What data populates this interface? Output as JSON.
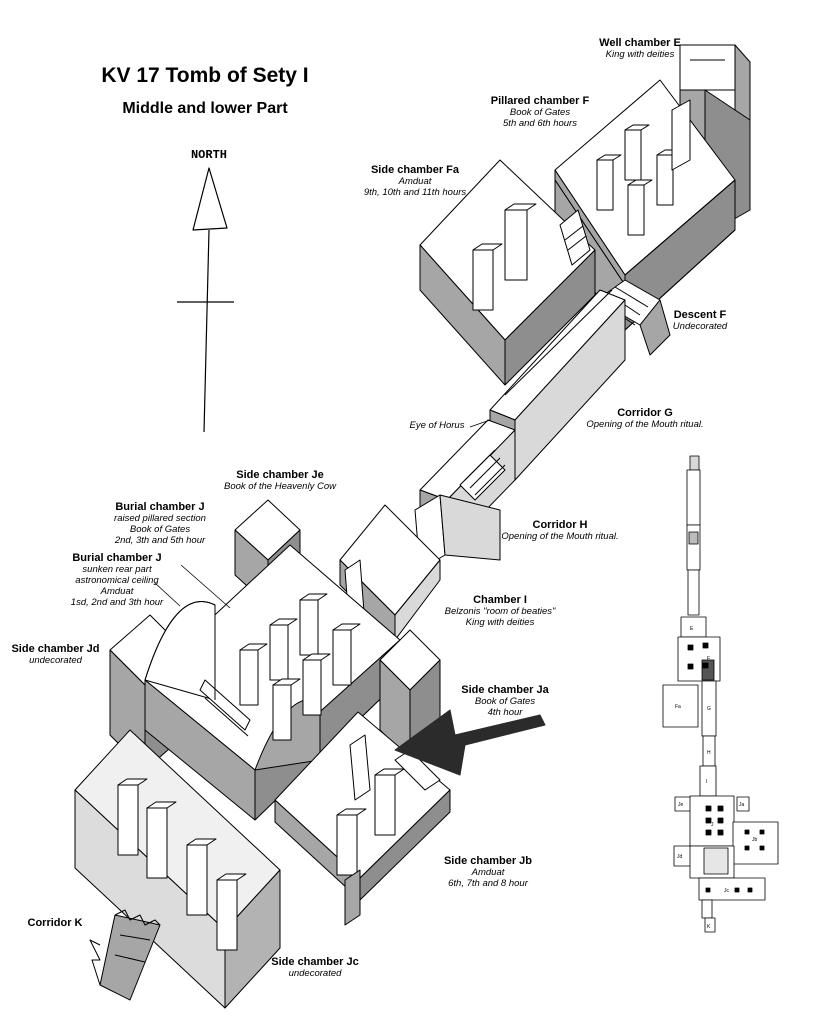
{
  "title": {
    "main": "KV 17 Tomb of Sety I",
    "sub": "Middle and lower Part"
  },
  "compass": {
    "label": "NORTH"
  },
  "labels": {
    "well_e": {
      "name": "Well chamber E",
      "lines": [
        "King with deities"
      ]
    },
    "pill_f": {
      "name": "Pillared chamber F",
      "lines": [
        "Book of Gates",
        "5th and 6th hours"
      ]
    },
    "side_fa": {
      "name": "Side chamber Fa",
      "lines": [
        "Amduat",
        "9th, 10th and 11th hours"
      ]
    },
    "desc_f": {
      "name": "Descent F",
      "lines": [
        "Undecorated"
      ]
    },
    "corr_g": {
      "name": "Corridor G",
      "lines": [
        "Opening of the Mouth ritual."
      ]
    },
    "eye": {
      "name": "",
      "lines": [
        "Eye of Horus"
      ]
    },
    "corr_h": {
      "name": "Corridor H",
      "lines": [
        "Opening of the Mouth ritual."
      ]
    },
    "side_je": {
      "name": "Side chamber Je",
      "lines": [
        "Book of the Heavenly Cow"
      ]
    },
    "burial_a": {
      "name": "Burial chamber J",
      "lines": [
        "raised pillared section",
        "Book of Gates",
        "2nd, 3th and 5th hour"
      ]
    },
    "burial_b": {
      "name": "Burial chamber J",
      "lines": [
        "sunken rear part",
        "astronomical ceiling",
        "Amduat",
        "1sd, 2nd and 3th hour"
      ]
    },
    "chamber_i": {
      "name": "Chamber I",
      "lines": [
        "Belzonis \"room of beaties\"",
        "King with deities"
      ]
    },
    "side_jd": {
      "name": "Side chamber Jd",
      "lines": [
        "undecorated"
      ]
    },
    "side_ja": {
      "name": "Side chamber Ja",
      "lines": [
        "Book of Gates",
        "4th hour"
      ]
    },
    "side_jb": {
      "name": "Side chamber Jb",
      "lines": [
        "Amduat",
        "6th, 7th and 8 hour"
      ]
    },
    "corr_k": {
      "name": "Corridor K",
      "lines": []
    },
    "side_jc": {
      "name": "Side chamber Jc",
      "lines": [
        "undecorated"
      ]
    }
  },
  "plan_letters": {
    "e": "E",
    "f": "F",
    "fa": "Fa",
    "g": "G",
    "h": "H",
    "i": "I",
    "j": "J",
    "je": "Je",
    "ja": "Ja",
    "jb": "Jb",
    "jd": "Jd",
    "jc": "Jc",
    "k": "K"
  },
  "colors": {
    "line": "#000000",
    "wall": "#a6a6a6",
    "wall_dark": "#8e8e8e",
    "floor": "#ffffff",
    "arrow": "#2b2b2b"
  }
}
